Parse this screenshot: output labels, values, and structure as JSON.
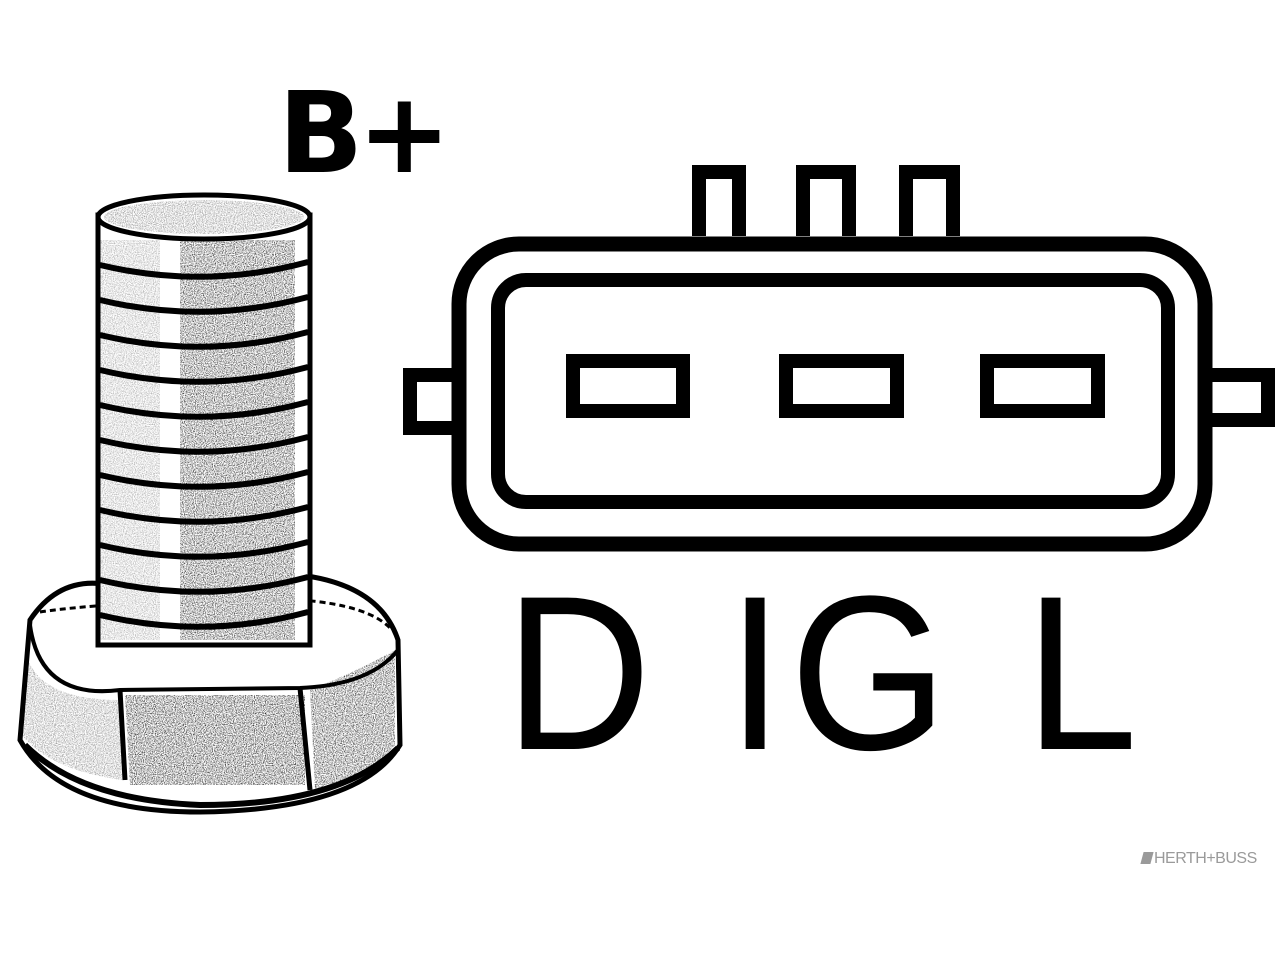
{
  "diagram": {
    "terminal_label": "B+",
    "connector_pins": [
      "D",
      "I",
      "G",
      "L"
    ],
    "watermark": "HERTH+BUSS",
    "icons": {
      "terminal": "threaded-stud-terminal-icon",
      "connector": "plug-connector-icon"
    },
    "colors": {
      "ink": "#000000",
      "background": "#ffffff",
      "watermark": "#9a9a9a"
    }
  }
}
